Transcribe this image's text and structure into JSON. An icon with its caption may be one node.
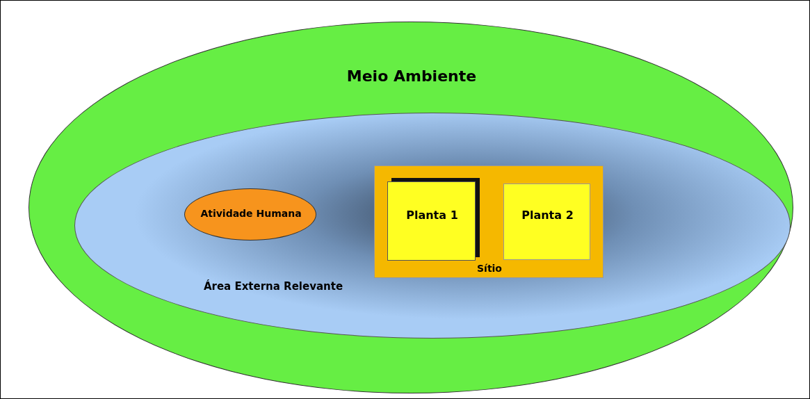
{
  "diagram": {
    "nodes": [
      {
        "text": [
          "Meio Ambiente"
        ]
      },
      {
        "text": [
          "Área Externa Relevante"
        ],
        "in": 0
      },
      {
        "text": [
          "Atividade Humana"
        ],
        "in": 1
      },
      {
        "text": [
          "Sítio"
        ],
        "in": 1
      },
      {
        "text": [
          "Planta 1"
        ],
        "in": 3
      },
      {
        "text": [
          "Planta 2"
        ],
        "in": 3
      }
    ],
    "edges": []
  }
}
